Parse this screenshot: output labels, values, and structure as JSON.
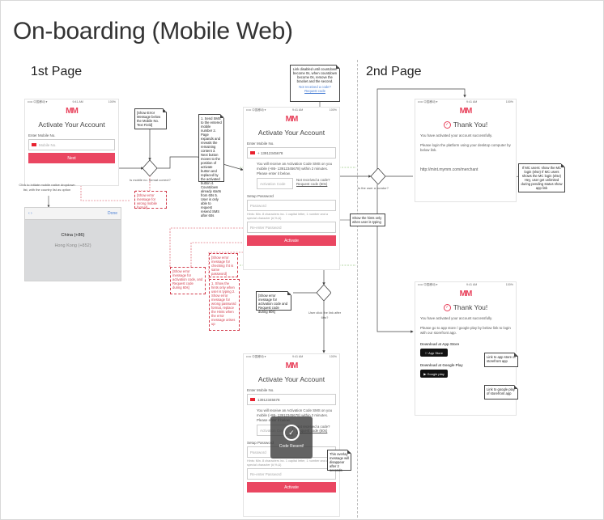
{
  "title": "On-boarding (Mobile Web)",
  "sections": {
    "first": "1st Page",
    "second": "2nd Page"
  },
  "status_bar": {
    "carrier": "••••• 中国移动 ▾",
    "time": "9:41 AM",
    "battery": "100%"
  },
  "logo": "MM",
  "activate": {
    "heading": "Activate Your Account",
    "mobile_label": "Enter Mobile No.",
    "mobile_placeholder": "Mobile No.",
    "mobile_value": "+ 13912345678",
    "mobile_value_short": "13912345678",
    "next_button": "Next",
    "sms_message": "You will receive an Activation Code SMS on you mobile (+86- 13912345678) within 2 minutes. Please enter it below.",
    "activation_placeholder": "Activation Code",
    "not_received": "Not received a code?",
    "request_code": "Request code (60s)",
    "request_code_plain": "Request code",
    "setup_password": "Setup Password",
    "password_placeholder": "Password",
    "password_hint": "Hints: Min. 8 characters inc. 1 capital letter, 1 number and a special character (#,%,&)",
    "re_enter": "Re-enter Password",
    "activate_button": "Activate",
    "code_resent": "Code Resent!"
  },
  "picker": {
    "done": "Done",
    "option_selected": "China (+86)",
    "option_other": "Hong Kong (+852)"
  },
  "thank_you": {
    "heading": "Thank You!",
    "activated": "You have activated your account successfully.",
    "login_desktop": "Please login the platform using your desktop computer by below link.",
    "url": "http://mint.mymm.com/merchant",
    "login_app": "Please go to app store / google play by below link to login with our storefront app.",
    "download_app_store": "Download at App Store",
    "download_google_play": "Download at Google Play",
    "app_store_badge": "App Store",
    "google_play_badge": "Google play"
  },
  "notes": {
    "show_error_below": "[Show Error Message below the Mobile No. Text Field]",
    "sms_steps": "1. Send SMS to the entered mobile number  2. Page expands and reveals the remaining content  3. Next button moves to the position of activate button and replaced by the activated button  4. Countdown already starts from 60s  5. User is only able to request resend SMS after 60s",
    "is_mobile_correct": "Is mobile no. format correct?",
    "show_error_wrong_mobile": "[Show error message for wrong mobile format]",
    "picker_hint": "Click to initiate mobile native dropdown list, with the country list as option",
    "link_disabled": "Link disabled until countdown become 0s, when countdown become 0s, remove the bracket and the second.",
    "show_hints_typing": "Show the hints only when user is typing",
    "show_error_not_same": "[Show error message for checking if it is same password]",
    "show_error_activation": "[Show error message for activation code, and Request code during 60s]",
    "hints_notes": "1. Show the hints only when user is typing  2. Show error message for wrong password format, replace the Hints when the error message arises up",
    "show_error_request": "[Show error message for activation code and Request code during 60s]",
    "user_click_link": "User click the link after 60s?",
    "is_user_curator": "Is the user a curator?",
    "if_mc_users": "If MC users: show the MC login (else) If MC users shows the MC login (else) Hey, user get unlimited during pending status show app link",
    "link_app_store": "Link to app store of storefront app",
    "link_google_play": "Link to google play of storefront app",
    "overlay_disappear": "This overlay message will disappear after 2 seconds"
  },
  "colors": {
    "accent": "#ea4661",
    "error_note": "#d23c4c"
  }
}
